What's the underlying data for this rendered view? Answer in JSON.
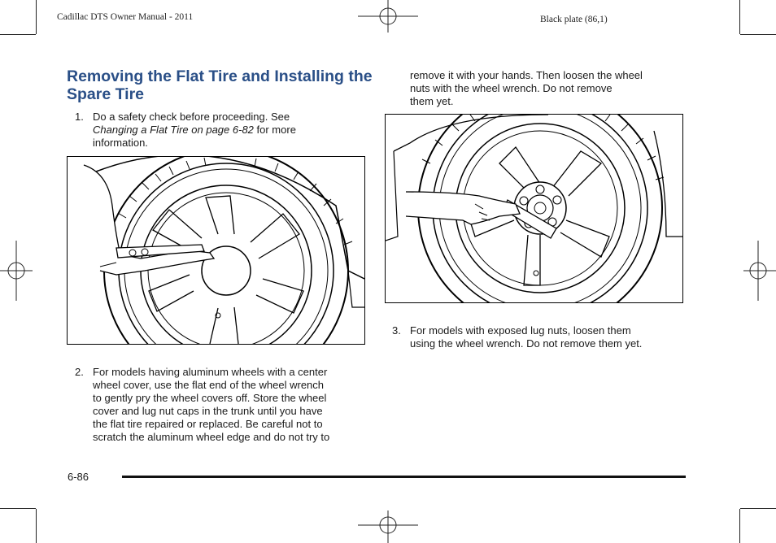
{
  "header": {
    "doc_title": "Cadillac DTS Owner Manual - 2011",
    "plate": "Black plate (86,1)"
  },
  "section": {
    "title": "Removing the Flat Tire and Installing the Spare Tire"
  },
  "steps": [
    {
      "number": "1.",
      "line1": "Do a safety check before proceeding. See",
      "ref_italic": "Changing a Flat Tire on page 6-82",
      "line2_tail": " for more",
      "line3": "information."
    },
    {
      "number": "2.",
      "lines": [
        "For models having aluminum wheels with a center",
        "wheel cover, use the flat end of the wheel wrench",
        "to gently pry the wheel covers off. Store the wheel",
        "cover and lug nut caps in the trunk until you have",
        "the flat tire repaired or replaced. Be careful not to",
        "scratch the aluminum wheel edge and do not try to"
      ],
      "continuation": [
        "remove it with your hands. Then loosen the wheel",
        "nuts with the wheel wrench. Do not remove",
        "them yet."
      ]
    },
    {
      "number": "3.",
      "lines": [
        "For models with exposed lug nuts, loosen them",
        "using the wheel wrench. Do not remove them yet."
      ]
    }
  ],
  "figures": {
    "figure1": "prying-wheel-cover-illustration",
    "figure2": "loosening-wheel-nuts-illustration"
  },
  "footer": {
    "page_number": "6-86"
  }
}
